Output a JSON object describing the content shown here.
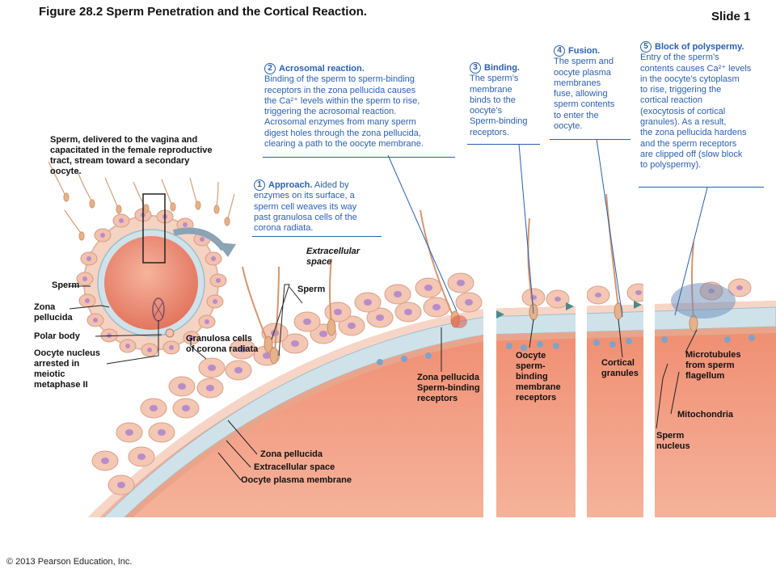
{
  "title": "Figure 28.2  Sperm Penetration and the Cortical Reaction.",
  "slide_label": "Slide 1",
  "copyright": "© 2013 Pearson Education, Inc.",
  "colors": {
    "step_text": "#2a5fb0",
    "zona_pellucida": "#c8dde6",
    "oocyte_cytoplasm": "#f0907a",
    "granulosa_cell": "#f3c7b3",
    "granulosa_nucleus": "#b98cc9",
    "sperm": "#e6b28a"
  },
  "labels": {
    "intro": "Sperm, delivered to the vagina and\n   capacitated in the female reproductive\n      tract, stream toward a secondary\n         oocyte.",
    "sperm_left": "Sperm",
    "zona_pellucida_left": "Zona\npellucida",
    "polar_body": "Polar body",
    "oocyte_nucleus": "Oocyte nucleus\narrested in\nmeiotic\nmetaphase II",
    "granulosa_cells": "Granulosa cells\nof corona radiata",
    "extracellular_space_italic": "Extracellular\nspace",
    "sperm_center": "Sperm",
    "zona_pellucida_bottom": "Zona pellucida",
    "extracellular_space_bottom": "Extracellular space",
    "oocyte_plasma_membrane": "Oocyte plasma membrane",
    "zp_sperm_binding_receptors": "Zona pellucida\nSperm-binding\nreceptors",
    "oocyte_sperm_binding_receptors": "Oocyte\nsperm-\nbinding\nmembrane\nreceptors",
    "cortical_granules": "Cortical\ngranules",
    "microtubules": "Microtubules\nfrom sperm\nflagellum",
    "mitochondria": "Mitochondria",
    "sperm_nucleus": "Sperm\nnucleus"
  },
  "steps": [
    {
      "num": "1",
      "heading": "Approach.",
      "text": " Aided by\nenzymes on its surface, a\nsperm cell weaves its way\npast granulosa cells of the\ncorona radiata."
    },
    {
      "num": "2",
      "heading": "Acrosomal reaction.",
      "text": "\nBinding of the sperm to sperm-binding\nreceptors in the zona pellucida causes\nthe Ca²⁺ levels within the sperm to rise,\ntriggering the acrosomal reaction.\nAcrosomal enzymes from many sperm\ndigest holes through the zona pellucida,\nclearing a path to the oocyte membrane."
    },
    {
      "num": "3",
      "heading": "Binding.",
      "text": "\nThe sperm’s\nmembrane\nbinds to the\noocyte’s\nSperm-binding\nreceptors."
    },
    {
      "num": "4",
      "heading": "Fusion.",
      "text": "\nThe sperm and\noocyte plasma\nmembranes\nfuse, allowing\nsperm contents\nto enter the\noocyte."
    },
    {
      "num": "5",
      "heading": "Block of polyspermy.",
      "text": "\nEntry of the sperm’s\ncontents causes Ca²⁺ levels\nin the oocyte’s cytoplasm\nto rise, triggering the\ncortical reaction\n(exocytosis of cortical\ngranules). As a result,\nthe zona pellucida hardens\nand the sperm receptors\nare clipped off (slow block\nto polyspermy)."
    }
  ]
}
